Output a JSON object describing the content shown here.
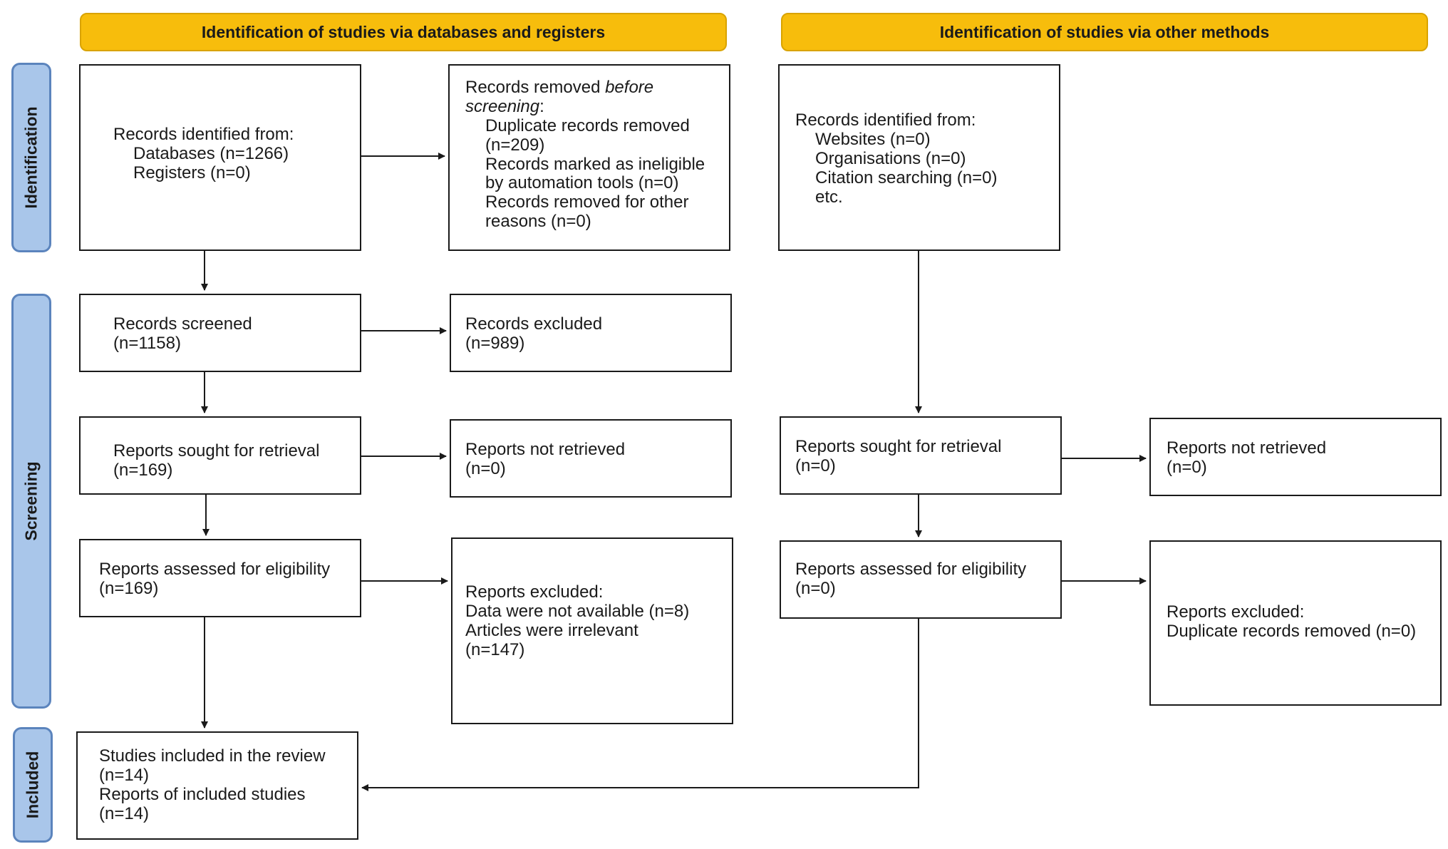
{
  "headers": {
    "left": "Identification of studies via databases and registers",
    "right": "Identification of studies via other methods"
  },
  "phases": {
    "identification": "Identification",
    "screening": "Screening",
    "included": "Included"
  },
  "left": {
    "identified": {
      "title": "Records identified from:",
      "databases": "Databases (n=1266)",
      "registers": "Registers (n=0)"
    },
    "removed": {
      "title_plain": "Records removed ",
      "title_italic": "before",
      "title_italic2": "screening",
      "title_colon": ":",
      "duplicates_1": "Duplicate records removed",
      "duplicates_2": "(n=209)",
      "ineligible_1": "Records marked as ineligible",
      "ineligible_2": "by automation tools (n=0)",
      "other_1": "Records removed for other",
      "other_2": "reasons (n=0)"
    },
    "screened": {
      "title": "Records screened",
      "count": "(n=1158)"
    },
    "excluded": {
      "title": "Records excluded",
      "count": "(n=989)"
    },
    "sought": {
      "title": "Reports sought for retrieval",
      "count": "(n=169)"
    },
    "not_retrieved": {
      "title": "Reports not retrieved",
      "count": "(n=0)"
    },
    "assessed": {
      "title": "Reports assessed for eligibility",
      "count": "(n=169)"
    },
    "reports_excluded": {
      "title": "Reports excluded:",
      "line1": "Data were not available (n=8)",
      "line2": "Articles were irrelevant",
      "line3": "(n=147)"
    },
    "included": {
      "studies": "Studies included in the review",
      "studies_count": "(n=14)",
      "reports": "Reports of included studies",
      "reports_count": "(n=14)"
    }
  },
  "right": {
    "identified": {
      "title": "Records identified from:",
      "websites": "Websites (n=0)",
      "organisations": "Organisations (n=0)",
      "citation": "Citation searching (n=0)",
      "etc": "etc."
    },
    "sought": {
      "title": "Reports sought for retrieval",
      "count": "(n=0)"
    },
    "not_retrieved": {
      "title": "Reports not retrieved",
      "count": "(n=0)"
    },
    "assessed": {
      "title": "Reports assessed for eligibility",
      "count": "(n=0)"
    },
    "reports_excluded": {
      "title": "Reports excluded:",
      "line1": "Duplicate records removed (n=0)"
    }
  }
}
